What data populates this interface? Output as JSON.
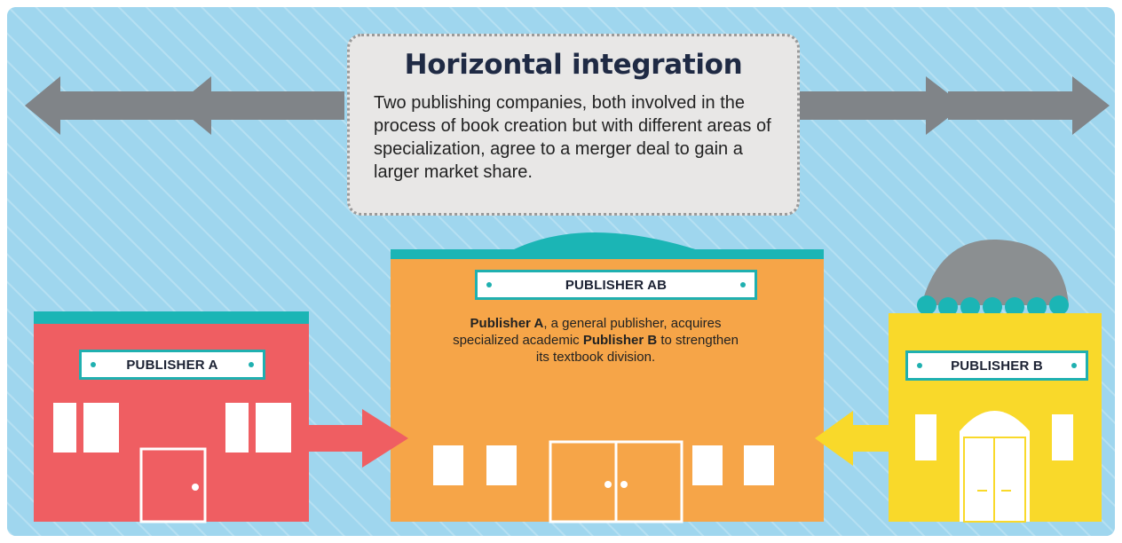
{
  "title": "Horizontal integration",
  "description": "Two publishing companies, both involved in the process of book creation but with different areas of specialization, agree to a merger deal to gain a larger market share.",
  "buildings": {
    "publisher_a": {
      "sign": "PUBLISHER A",
      "color": "#ef5e62"
    },
    "publisher_ab": {
      "sign": "PUBLISHER AB",
      "color": "#f6a548"
    },
    "publisher_b": {
      "sign": "PUBLISHER B",
      "color": "#f9d92a"
    }
  },
  "merger_text": {
    "part1_bold": "Publisher A",
    "part2": ", a general publisher, acquires specialized academic ",
    "part3_bold": "Publisher B",
    "part4": " to strengthen its textbook division."
  },
  "colors": {
    "background": "#9fd6ee",
    "teal_accent": "#1fb0b0",
    "arrow_gray": "#808488",
    "title_box": "#e8e7e6"
  }
}
